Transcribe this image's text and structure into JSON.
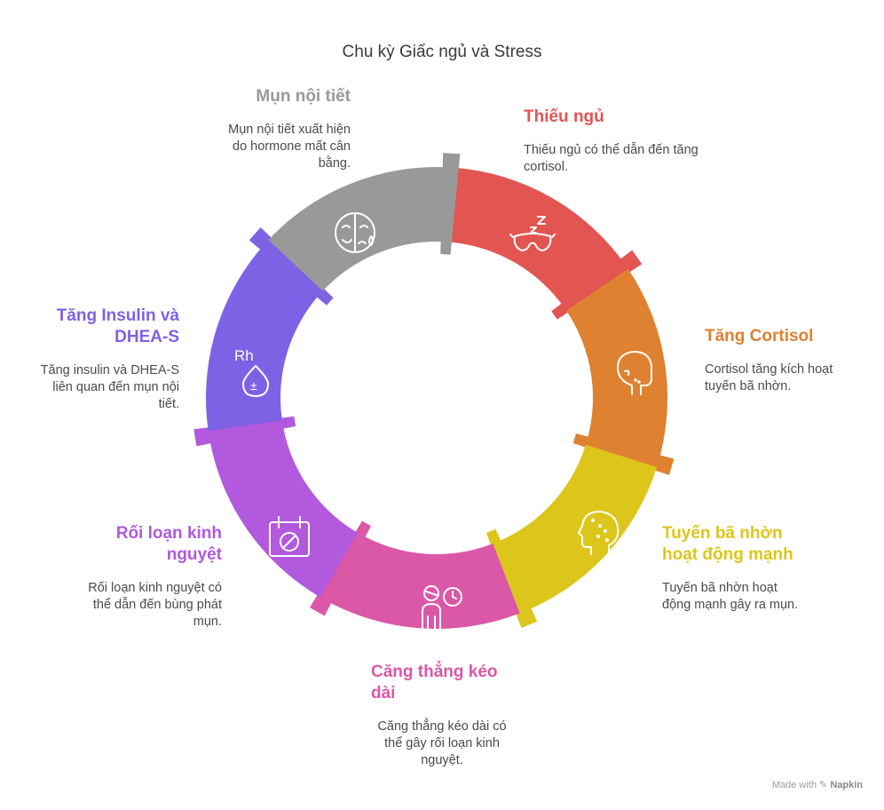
{
  "title": "Chu kỳ Giấc ngủ và Stress",
  "footer": {
    "made_with": "Made with",
    "brand": "Napkin"
  },
  "stages": [
    {
      "id": "thieu-ngu",
      "title": "Thiếu ngủ",
      "desc": "Thiếu ngủ có thể dẫn đến tăng cortisol.",
      "color": "#e25551",
      "icon": "sleep-mask-icon"
    },
    {
      "id": "tang-cortisol",
      "title": "Tăng Cortisol",
      "desc": "Cortisol tăng kích hoạt tuyến bã nhờn.",
      "color": "#de8130",
      "icon": "face-profile-icon"
    },
    {
      "id": "tuyen-ba-nhon",
      "title": "Tuyến bã nhờn hoạt động mạnh",
      "desc": "Tuyến bã nhờn hoạt động mạnh gây ra mụn.",
      "color": "#dcc61b",
      "icon": "face-acne-icon"
    },
    {
      "id": "cang-thang",
      "title": "Căng thẳng kéo dài",
      "desc": "Căng thẳng kéo dài có thể gây rối loạn kinh nguyệt.",
      "color": "#db57a8",
      "icon": "person-clock-icon"
    },
    {
      "id": "roi-loan",
      "title": "Rối loạn kinh nguyệt",
      "desc": "Rối loạn kinh nguyệt có thể dẫn đến bùng phát mụn.",
      "color": "#b259de",
      "icon": "calendar-blocked-icon"
    },
    {
      "id": "insulin",
      "title": "Tăng Insulin và DHEA-S",
      "desc": "Tăng insulin và DHEA-S liên quan đến mụn nội tiết.",
      "color": "#7d62e6",
      "icon": "blood-drop-icon",
      "icon_text": "Rh",
      "icon_sign": "±"
    },
    {
      "id": "mun-noi-tiet",
      "title": "Mụn nội tiết",
      "desc": "Mụn nội tiết xuất hiện do hormone mất cân bằng.",
      "color": "#999999",
      "icon": "half-face-icon"
    }
  ]
}
